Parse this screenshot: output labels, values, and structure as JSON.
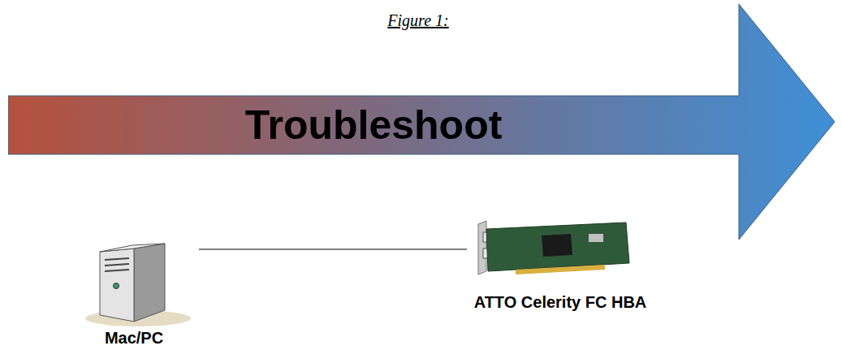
{
  "diagram": {
    "title": "Figure 1:",
    "nodes": [
      {
        "text": [
          "Troubleshoot"
        ]
      },
      {
        "text": [
          "Mac/PC"
        ]
      },
      {
        "text": [
          "ATTO Celerity FC HBA"
        ]
      }
    ],
    "edges": [
      {
        "from": 1,
        "to": 2,
        "arrow": "none"
      }
    ]
  }
}
